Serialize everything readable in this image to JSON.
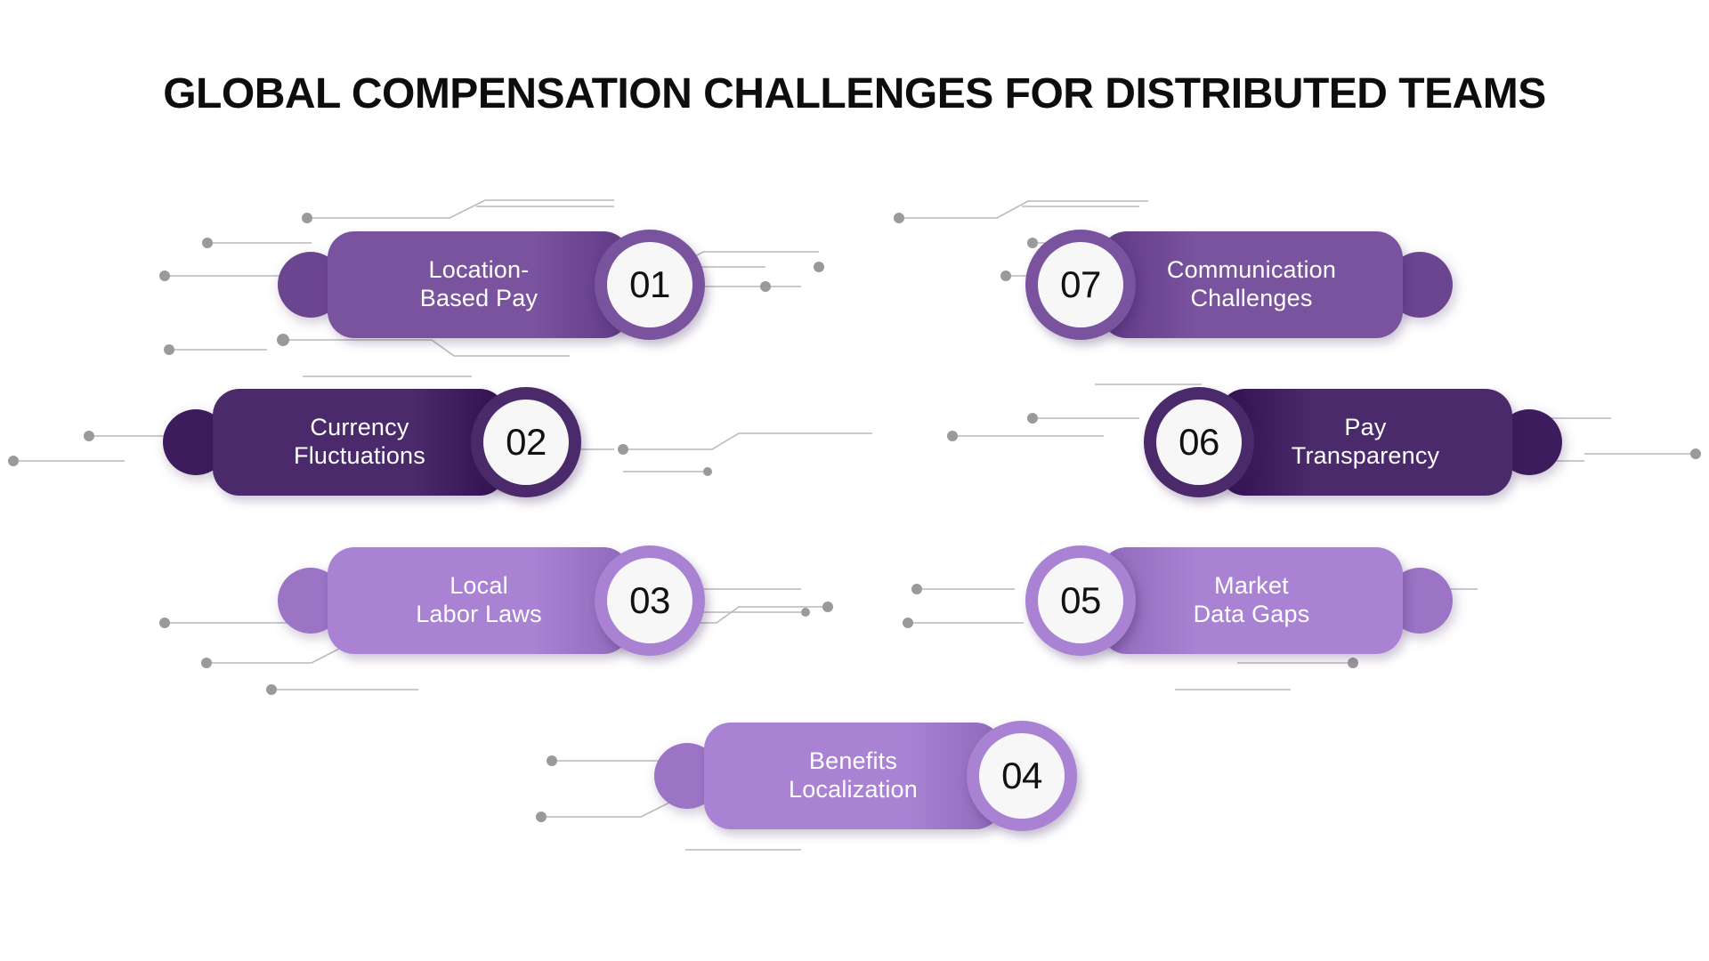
{
  "title": "GLOBAL COMPENSATION CHALLENGES FOR DISTRIBUTED TEAMS",
  "colors": {
    "background": "#ffffff",
    "title_color": "#0d0d0d",
    "purple_medium": "#7a539f",
    "purple_dark": "#4a2a6a",
    "purple_light": "#a982d4",
    "circuit_line": "#b9b9bc",
    "circuit_dot": "#9a9a9e",
    "number_text": "#111111",
    "number_bg": "#f7f7f7",
    "label_text": "#ffffff"
  },
  "items": [
    {
      "number": "01",
      "label": "Location-\nBased Pay",
      "shade": "purple_medium",
      "side": "left"
    },
    {
      "number": "02",
      "label": "Currency\nFluctuations",
      "shade": "purple_dark",
      "side": "left"
    },
    {
      "number": "03",
      "label": "Local\nLabor Laws",
      "shade": "purple_light",
      "side": "left"
    },
    {
      "number": "04",
      "label": "Benefits\nLocalization",
      "shade": "purple_light",
      "side": "left"
    },
    {
      "number": "05",
      "label": "Market\nData Gaps",
      "shade": "purple_light",
      "side": "right"
    },
    {
      "number": "06",
      "label": "Pay\nTransparency",
      "shade": "purple_dark",
      "side": "right"
    },
    {
      "number": "07",
      "label": "Communication\nChallenges",
      "shade": "purple_medium",
      "side": "right"
    }
  ]
}
